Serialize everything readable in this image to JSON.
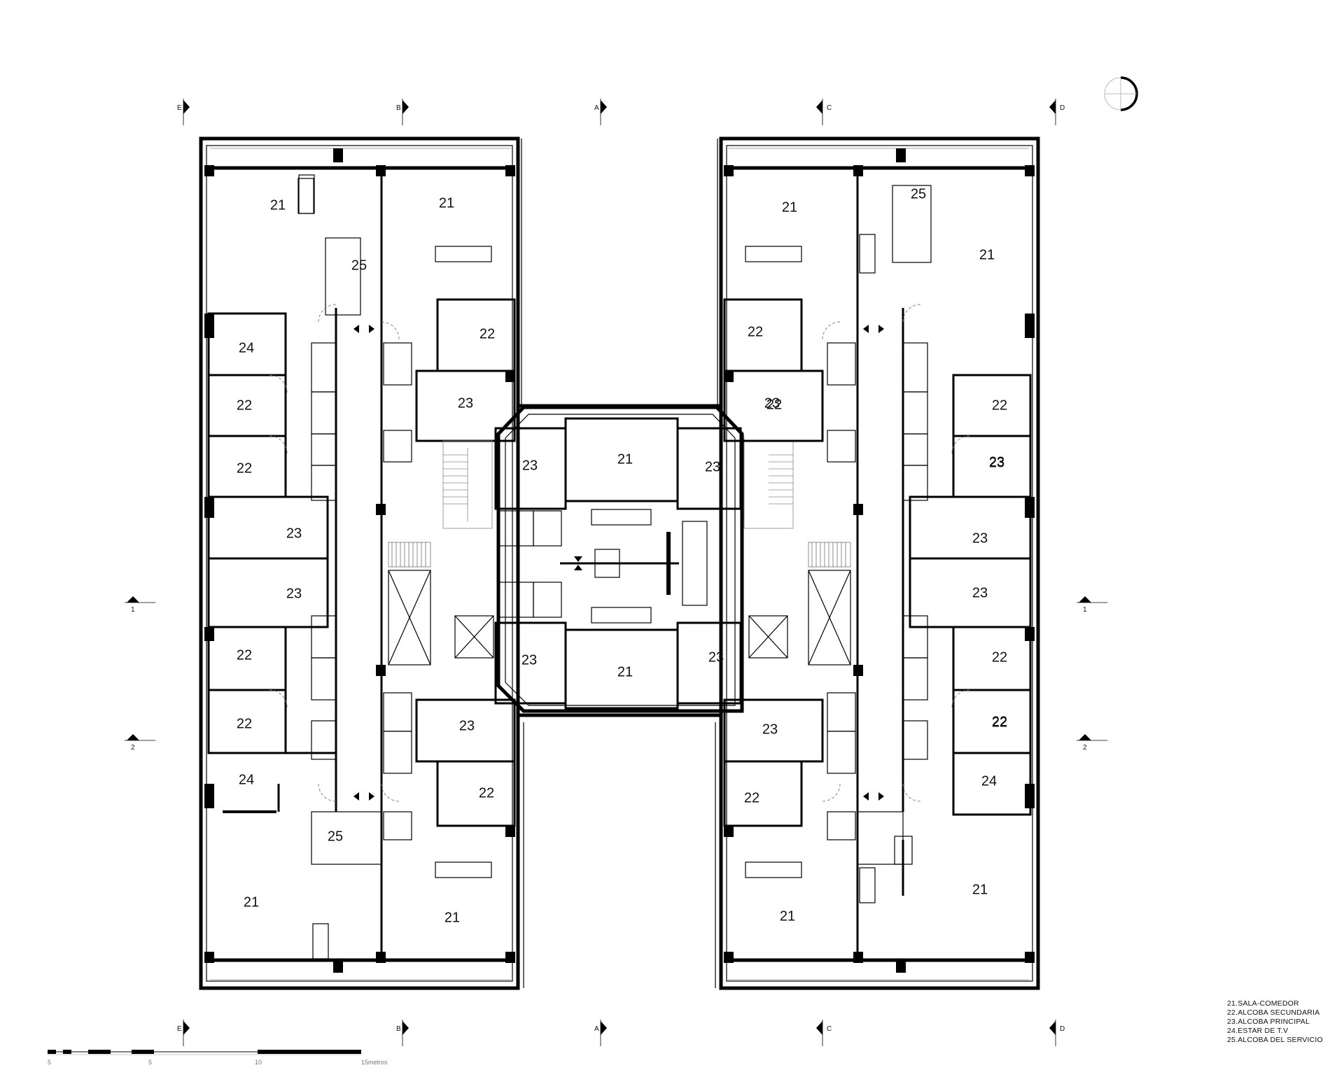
{
  "rooms": [
    {
      "id": "r1",
      "label": "21"
    },
    {
      "id": "r2",
      "label": "21"
    },
    {
      "id": "r3",
      "label": "25"
    },
    {
      "id": "r4",
      "label": "22"
    },
    {
      "id": "r5",
      "label": "24"
    },
    {
      "id": "r6",
      "label": "22"
    },
    {
      "id": "r7",
      "label": "23"
    },
    {
      "id": "r8",
      "label": "22"
    },
    {
      "id": "r9",
      "label": "23"
    },
    {
      "id": "r10",
      "label": "23"
    },
    {
      "id": "r11",
      "label": "23"
    },
    {
      "id": "r12",
      "label": "21"
    },
    {
      "id": "r13",
      "label": "23"
    },
    {
      "id": "r14",
      "label": "23"
    },
    {
      "id": "r15",
      "label": "22"
    },
    {
      "id": "r16",
      "label": "22"
    },
    {
      "id": "r17",
      "label": "23"
    },
    {
      "id": "r18",
      "label": "24"
    },
    {
      "id": "r19",
      "label": "22"
    },
    {
      "id": "r20",
      "label": "25"
    },
    {
      "id": "r21",
      "label": "21"
    },
    {
      "id": "r22",
      "label": "21"
    },
    {
      "id": "r23",
      "label": "23"
    },
    {
      "id": "r24",
      "label": "21"
    },
    {
      "id": "r25",
      "label": "23"
    },
    {
      "id": "r26",
      "label": "21"
    },
    {
      "id": "r27",
      "label": "25"
    },
    {
      "id": "r28",
      "label": "21"
    },
    {
      "id": "r29",
      "label": "22"
    },
    {
      "id": "r30",
      "label": "22"
    },
    {
      "id": "r31",
      "label": "23"
    },
    {
      "id": "r32",
      "label": "22"
    },
    {
      "id": "r33",
      "label": "23"
    },
    {
      "id": "r34",
      "label": "23"
    },
    {
      "id": "r35",
      "label": "23"
    },
    {
      "id": "r36",
      "label": "22"
    },
    {
      "id": "r37",
      "label": "23"
    },
    {
      "id": "r38",
      "label": "22"
    },
    {
      "id": "r39",
      "label": "22"
    },
    {
      "id": "r40",
      "label": "24"
    },
    {
      "id": "r41",
      "label": "22"
    },
    {
      "id": "r42",
      "label": "21"
    },
    {
      "id": "r43",
      "label": "21"
    }
  ],
  "axes": {
    "top": [
      "E",
      "B",
      "A",
      "C",
      "D"
    ],
    "bottom": [
      "E",
      "B",
      "A",
      "C",
      "D"
    ],
    "sides": [
      "1",
      "2",
      "1",
      "2"
    ]
  },
  "scale": {
    "labels": [
      "5",
      "5",
      "10",
      "15metros"
    ]
  },
  "legend": [
    "21.SALA-COMEDOR",
    "22.ALCOBA SECUNDARIA",
    "23.ALCOBA PRINCIPAL",
    "24.ESTAR DE T.V",
    "25.ALCOBA DEL SERVICIO"
  ],
  "colors": {
    "ink": "#000000",
    "background": "#ffffff",
    "secondary": "#777777"
  },
  "icons": [
    "north-arrow-icon",
    "section-marker-icon"
  ]
}
